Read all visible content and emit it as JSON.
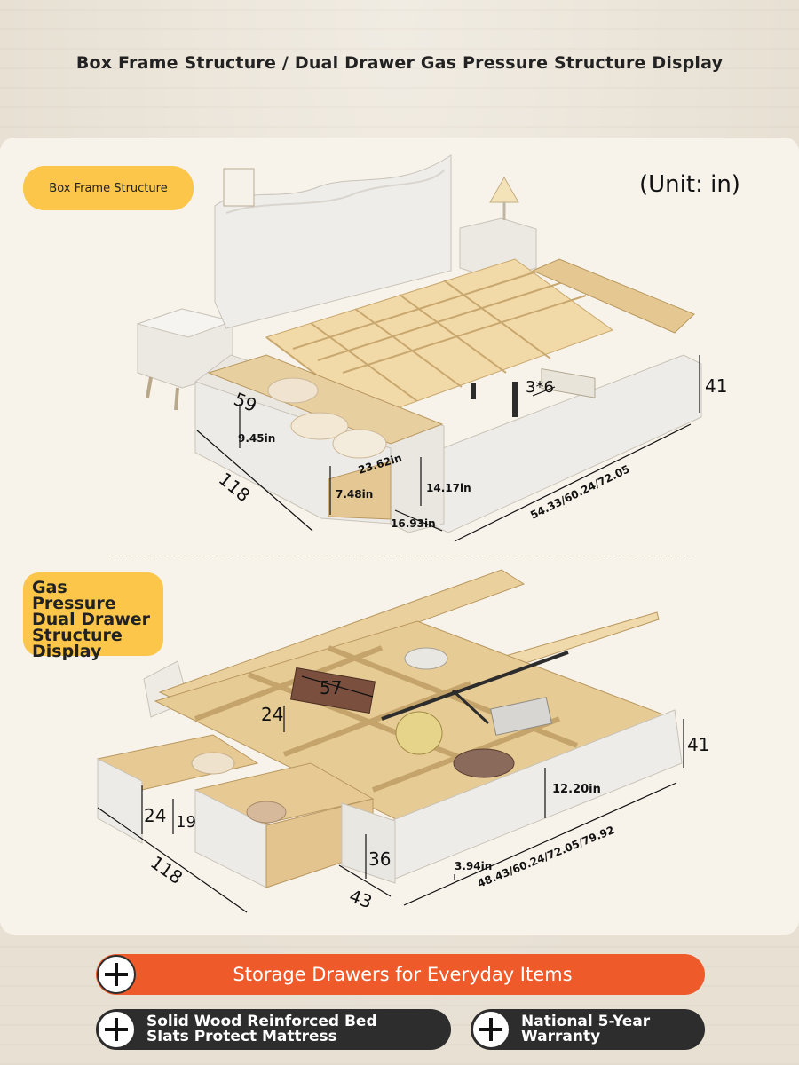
{
  "header": {
    "title": "Box Frame Structure / Dual Drawer Gas Pressure Structure Display"
  },
  "section1": {
    "badge": "Box Frame Structure",
    "unit": "(Unit: in)",
    "dims": {
      "drawer_depth": "59",
      "length": "118",
      "drawer_inner_height": "9.45in",
      "drawer_width": "23.62in",
      "drawer_front_height": "7.48in",
      "side_height": "14.17in",
      "drawer_front_width": "16.93in",
      "slat": "3*6",
      "bed_height": "41",
      "widths": "54.33/60.24/72.05"
    }
  },
  "section2": {
    "badge": "Gas Pressure Dual Drawer Structure Display",
    "dims": {
      "compartment_width": "57",
      "compartment_height": "24",
      "bed_height": "41",
      "inner_height": "12.20in",
      "drawer_height": "24",
      "drawer_inner_height": "19",
      "drawer_depth": "36",
      "length": "118",
      "drawer_width": "43",
      "clearance": "3.94in",
      "widths": "48.43/60.24/72.05/79.92"
    }
  },
  "features": [
    {
      "label": "Storage Drawers for Everyday Items"
    },
    {
      "label": "Solid Wood Reinforced Bed Slats Protect Mattress"
    },
    {
      "label": "National 5-Year Warranty"
    }
  ],
  "colors": {
    "badge": "#fbc64a",
    "orange_bar": "#ee5a2a",
    "dark_bar": "#2d2d2d"
  }
}
